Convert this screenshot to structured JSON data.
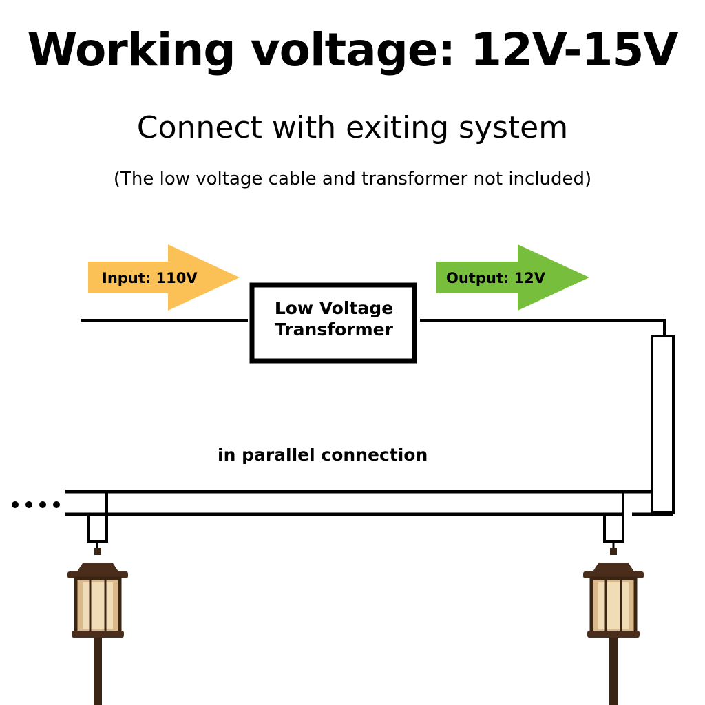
{
  "header": {
    "title": "Working voltage: 12V-15V",
    "subtitle": "Connect with exiting system",
    "note": "(The low voltage cable and transformer not included)"
  },
  "diagram": {
    "input_label": "Input: 110V",
    "output_label": "Output: 12V",
    "transformer_line1": "Low Voltage",
    "transformer_line2": "Transformer",
    "connection_label": "in parallel connection",
    "colors": {
      "input_arrow": "#FBC156",
      "output_arrow": "#76BE3C",
      "wire": "#000000",
      "lamp_bronze": "#4a2e1b",
      "lamp_glass": "#d9b98a"
    }
  }
}
